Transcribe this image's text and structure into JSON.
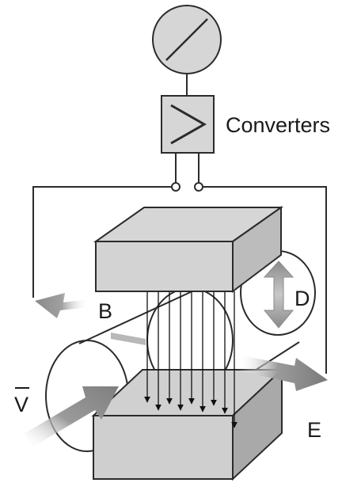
{
  "labels": {
    "converters": "Converters",
    "b": "B",
    "d": "D",
    "v": "V",
    "e": "E"
  },
  "colors": {
    "line": "#2b2b2b",
    "box_fill": "#d9d9d9",
    "arrow_gray": "#8c8c8c"
  }
}
